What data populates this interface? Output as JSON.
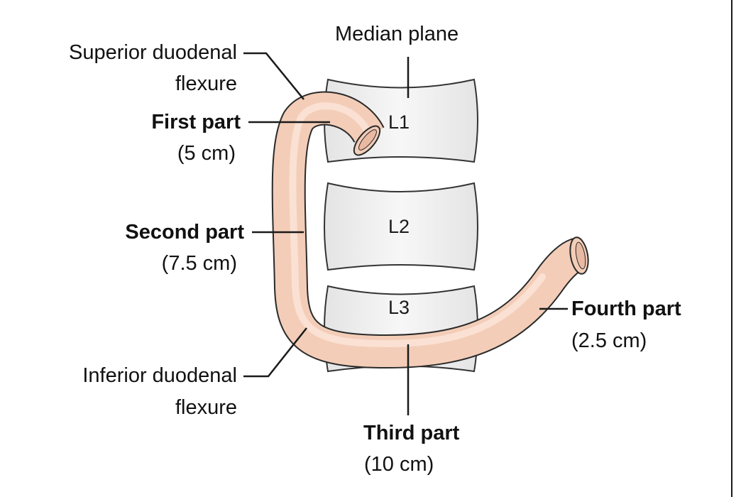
{
  "labels": {
    "median_plane": "Median plane",
    "superior_flexure_line1": "Superior duodenal",
    "superior_flexure_line2": "flexure",
    "first_part_name": "First part",
    "first_part_length": "(5 cm)",
    "second_part_name": "Second part",
    "second_part_length": "(7.5 cm)",
    "third_part_name": "Third part",
    "third_part_length": "(10 cm)",
    "fourth_part_name": "Fourth part",
    "fourth_part_length": "(2.5 cm)",
    "inferior_flexure_line1": "Inferior duodenal",
    "inferior_flexure_line2": "flexure"
  },
  "vertebrae": [
    "L1",
    "L2",
    "L3"
  ],
  "colors": {
    "duodenum_fill": "#f3cdb8",
    "duodenum_outline": "#2a2a2a",
    "vertebra_fill": "#eeeeee",
    "vertebra_outline": "#333333",
    "leader_line": "#1a1a1a"
  }
}
